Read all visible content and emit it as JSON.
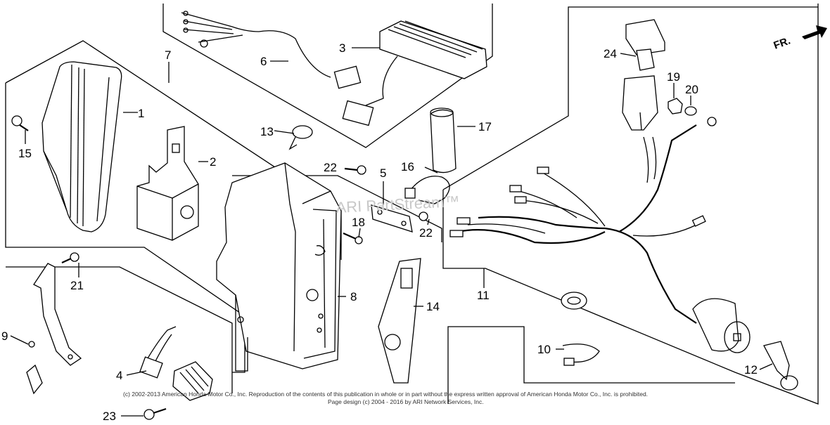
{
  "callouts": [
    {
      "id": "1",
      "label": "1"
    },
    {
      "id": "2",
      "label": "2"
    },
    {
      "id": "3",
      "label": "3"
    },
    {
      "id": "4",
      "label": "4"
    },
    {
      "id": "5",
      "label": "5"
    },
    {
      "id": "6",
      "label": "6"
    },
    {
      "id": "7",
      "label": "7"
    },
    {
      "id": "8",
      "label": "8"
    },
    {
      "id": "9",
      "label": "9"
    },
    {
      "id": "10",
      "label": "10"
    },
    {
      "id": "11",
      "label": "11"
    },
    {
      "id": "12",
      "label": "12"
    },
    {
      "id": "13",
      "label": "13"
    },
    {
      "id": "14",
      "label": "14"
    },
    {
      "id": "15",
      "label": "15"
    },
    {
      "id": "16",
      "label": "16"
    },
    {
      "id": "17",
      "label": "17"
    },
    {
      "id": "18",
      "label": "18"
    },
    {
      "id": "19",
      "label": "19"
    },
    {
      "id": "20",
      "label": "20"
    },
    {
      "id": "21",
      "label": "21"
    },
    {
      "id": "22a",
      "label": "22"
    },
    {
      "id": "22b",
      "label": "22"
    },
    {
      "id": "23",
      "label": "23"
    },
    {
      "id": "24",
      "label": "24"
    }
  ],
  "direction_marker": "FR.",
  "watermark": "ARI PartStream™",
  "footer": {
    "copyright": "(c) 2002-2013 American Honda Motor Co., Inc. Reproduction of the contents of this publication in whole or in part without the express written approval of American Honda Motor Co., Inc. is prohibited.",
    "design": "Page design (c) 2004 - 2016 by ARI Network Services, Inc."
  }
}
